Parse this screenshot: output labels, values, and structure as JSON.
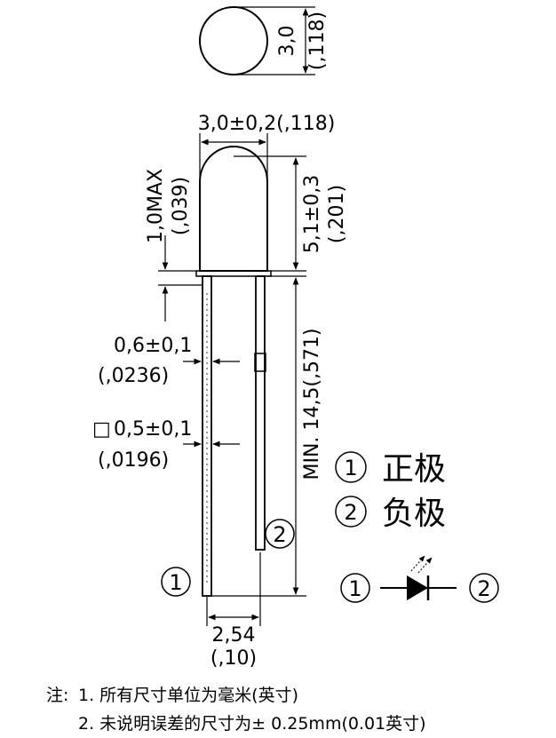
{
  "top_view": {
    "diameter": "3,0",
    "diameter_inch": "(,118)"
  },
  "dimensions": {
    "body_width": "3,0±0,2(,118)",
    "body_height": "5,1±0,3",
    "body_height_inch": "(,201)",
    "flange_max": "1,0MAX",
    "flange_max_inch": "(,039)",
    "lead_length": "MIN. 14,5(,571)",
    "lead_dia": "0,6±0,1",
    "lead_dia_inch": "(,0236)",
    "lead_square_symbol": "□",
    "lead_square": "0,5±0,1",
    "lead_square_inch": "(,0196)",
    "lead_spacing": "2,54",
    "lead_spacing_inch": "(,10)"
  },
  "pins": {
    "pin1_marker": "1",
    "pin2_marker": "2"
  },
  "legend": {
    "item1_num": "1",
    "item1_label": "正极",
    "item2_num": "2",
    "item2_label": "负极"
  },
  "symbol": {
    "anode_num": "1",
    "cathode_num": "2"
  },
  "notes": {
    "label": "注:",
    "line1": "1. 所有尺寸单位为毫米(英寸)",
    "line2": "2. 未说明误差的尺寸为± 0.25mm(0.01英寸)"
  }
}
